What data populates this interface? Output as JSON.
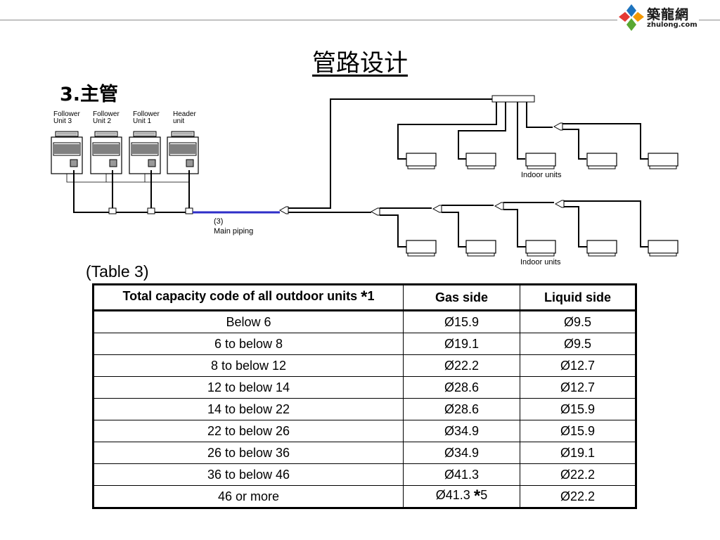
{
  "logo": {
    "cn": "築龍網",
    "en": "zhulong.com"
  },
  "title": "管路设计",
  "subtitle": "3.主管",
  "diagram": {
    "outdoor_units": [
      {
        "line1": "Follower",
        "line2": "Unit 3"
      },
      {
        "line1": "Follower",
        "line2": "Unit 2"
      },
      {
        "line1": "Follower",
        "line2": "Unit 1"
      },
      {
        "line1": "Header",
        "line2": "unit"
      }
    ],
    "main_piping_num": "(3)",
    "main_piping_label": "Main piping",
    "indoor_label_top": "Indoor units",
    "indoor_label_bottom": "Indoor units"
  },
  "table_caption": "(Table 3)",
  "table": {
    "headers": {
      "capacity": "Total capacity code of all outdoor units",
      "capacity_mark": "*",
      "capacity_note": "1",
      "gas": "Gas side",
      "liquid": "Liquid side"
    },
    "rows": [
      {
        "capacity": "Below 6",
        "gas": "Ø15.9",
        "liquid": "Ø9.5"
      },
      {
        "capacity": "6 to below 8",
        "gas": "Ø19.1",
        "liquid": "Ø9.5"
      },
      {
        "capacity": "8 to below 12",
        "gas": "Ø22.2",
        "liquid": "Ø12.7"
      },
      {
        "capacity": "12 to below 14",
        "gas": "Ø28.6",
        "liquid": "Ø12.7"
      },
      {
        "capacity": "14 to below 22",
        "gas": "Ø28.6",
        "liquid": "Ø15.9"
      },
      {
        "capacity": "22 to below 26",
        "gas": "Ø34.9",
        "liquid": "Ø15.9"
      },
      {
        "capacity": "26 to below 36",
        "gas": "Ø34.9",
        "liquid": "Ø19.1"
      },
      {
        "capacity": "36 to below 46",
        "gas": "Ø41.3",
        "liquid": "Ø22.2"
      },
      {
        "capacity": "46 or more",
        "gas": "Ø41.3",
        "gas_mark": "*",
        "gas_note": "5",
        "liquid": "Ø22.2"
      }
    ]
  },
  "colors": {
    "main_piping": "#2e2ec8",
    "logo_blue": "#1e73be",
    "logo_orange": "#f39800",
    "logo_green": "#5aa832"
  }
}
